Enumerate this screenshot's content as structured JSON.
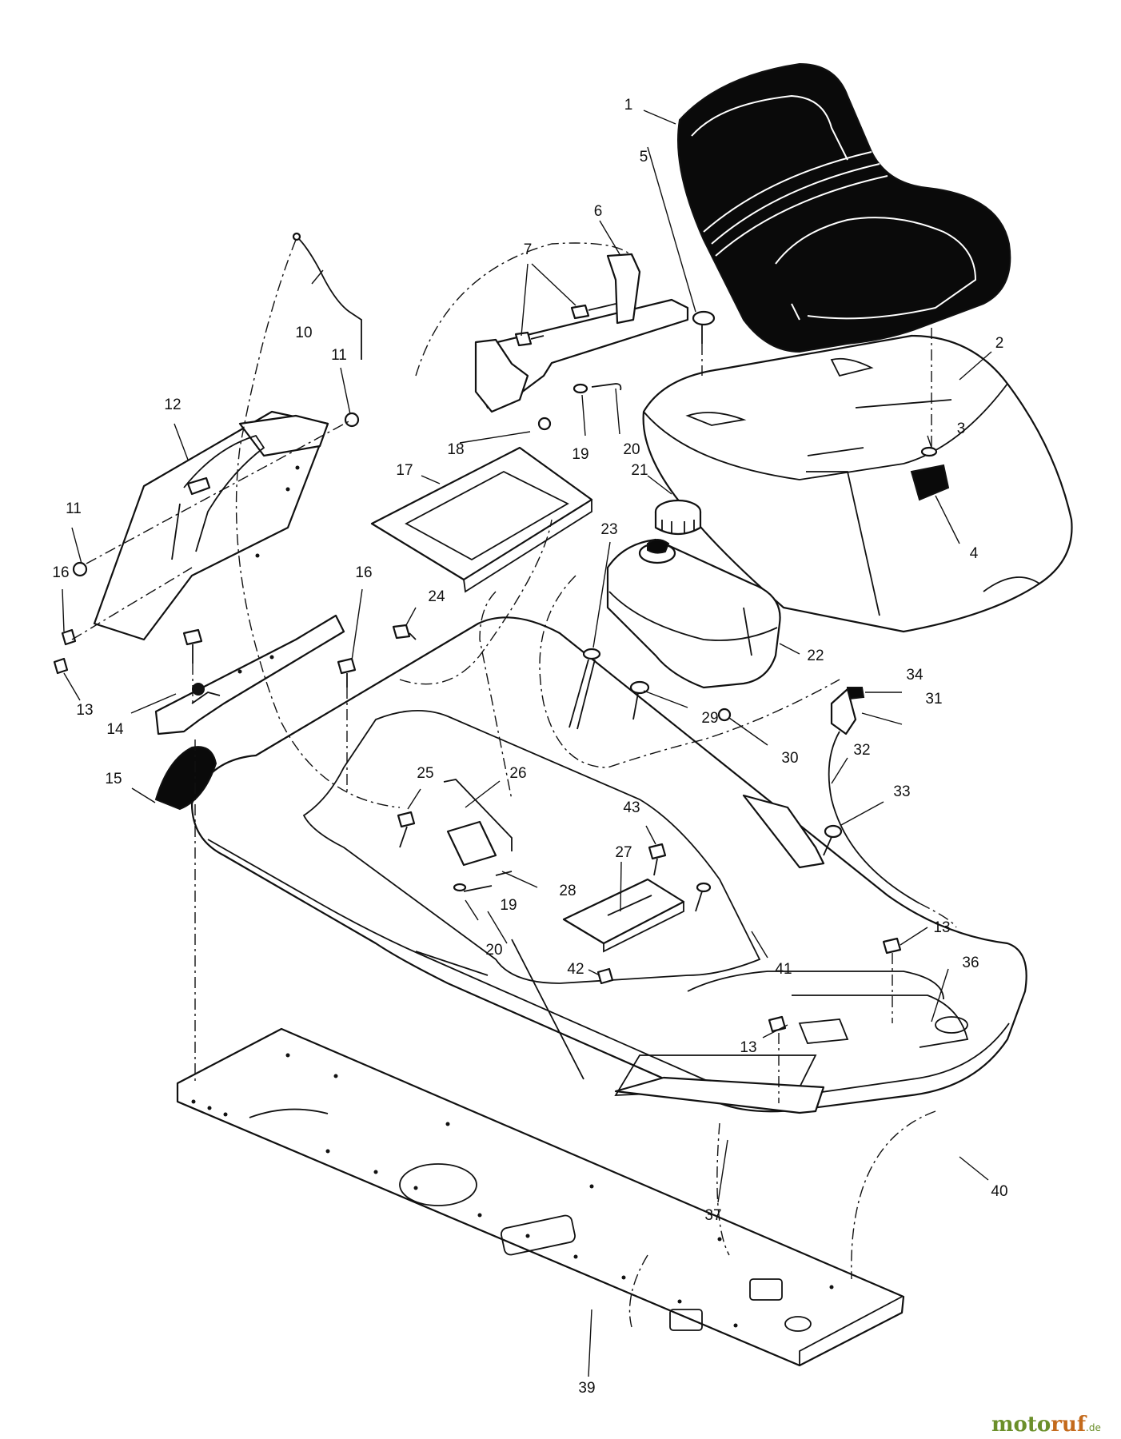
{
  "callouts": [
    {
      "id": "c1",
      "text": "1"
    },
    {
      "id": "c2",
      "text": "2"
    },
    {
      "id": "c3",
      "text": "3"
    },
    {
      "id": "c4",
      "text": "4"
    },
    {
      "id": "c5",
      "text": "5"
    },
    {
      "id": "c6",
      "text": "6"
    },
    {
      "id": "c7",
      "text": "7"
    },
    {
      "id": "c10",
      "text": "10"
    },
    {
      "id": "c11a",
      "text": "11"
    },
    {
      "id": "c11b",
      "text": "11"
    },
    {
      "id": "c12",
      "text": "12"
    },
    {
      "id": "c13a",
      "text": "13"
    },
    {
      "id": "c13b",
      "text": "13"
    },
    {
      "id": "c13c",
      "text": "13"
    },
    {
      "id": "c14",
      "text": "14"
    },
    {
      "id": "c15",
      "text": "15"
    },
    {
      "id": "c16a",
      "text": "16"
    },
    {
      "id": "c16b",
      "text": "16"
    },
    {
      "id": "c17",
      "text": "17"
    },
    {
      "id": "c18",
      "text": "18"
    },
    {
      "id": "c19a",
      "text": "19"
    },
    {
      "id": "c19b",
      "text": "19"
    },
    {
      "id": "c20a",
      "text": "20"
    },
    {
      "id": "c20b",
      "text": "20"
    },
    {
      "id": "c21",
      "text": "21"
    },
    {
      "id": "c22",
      "text": "22"
    },
    {
      "id": "c23",
      "text": "23"
    },
    {
      "id": "c24",
      "text": "24"
    },
    {
      "id": "c25",
      "text": "25"
    },
    {
      "id": "c26",
      "text": "26"
    },
    {
      "id": "c27",
      "text": "27"
    },
    {
      "id": "c28",
      "text": "28"
    },
    {
      "id": "c29",
      "text": "29"
    },
    {
      "id": "c30",
      "text": "30"
    },
    {
      "id": "c31",
      "text": "31"
    },
    {
      "id": "c32",
      "text": "32"
    },
    {
      "id": "c33",
      "text": "33"
    },
    {
      "id": "c34",
      "text": "34"
    },
    {
      "id": "c36",
      "text": "36"
    },
    {
      "id": "c37",
      "text": "37"
    },
    {
      "id": "c39",
      "text": "39"
    },
    {
      "id": "c40",
      "text": "40"
    },
    {
      "id": "c41",
      "text": "41"
    },
    {
      "id": "c42",
      "text": "42"
    },
    {
      "id": "c43",
      "text": "43"
    }
  ],
  "watermark": {
    "part1": "moto",
    "part2": "ruf",
    "suffix": ".de"
  },
  "colors": {
    "line": "#111111",
    "seat": "#0a0a0a",
    "watermark_green": "#6b8f2a",
    "watermark_orange": "#c46a1c"
  }
}
